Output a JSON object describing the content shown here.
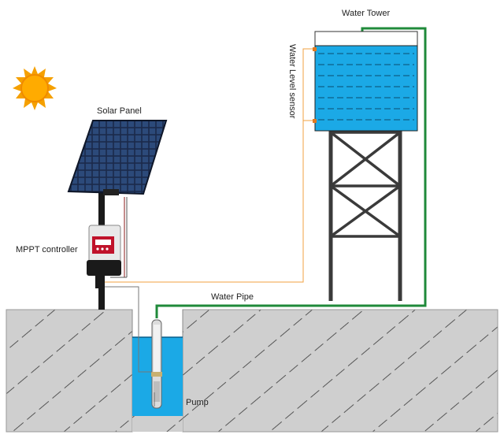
{
  "labels": {
    "water_tower": "Water Tower",
    "water_level_sensor": "Water Level sensor",
    "solar_panel": "Solar Panel",
    "mppt_controller": "MPPT controller",
    "water_pipe": "Water Pipe",
    "pump": "Pump"
  },
  "colors": {
    "water": "#1ba9e6",
    "water_line": "#0b5f8a",
    "ground": "#cfcfcf",
    "pipe": "#1f8a3a",
    "sensor_wire": "#f0a040",
    "sun": "#f5a000",
    "panel": "#1b2a4a",
    "steel": "#3a3a3a"
  },
  "icons": [
    "sun-icon",
    "solar-panel-icon",
    "controller-icon",
    "pump-icon",
    "tower-icon"
  ]
}
